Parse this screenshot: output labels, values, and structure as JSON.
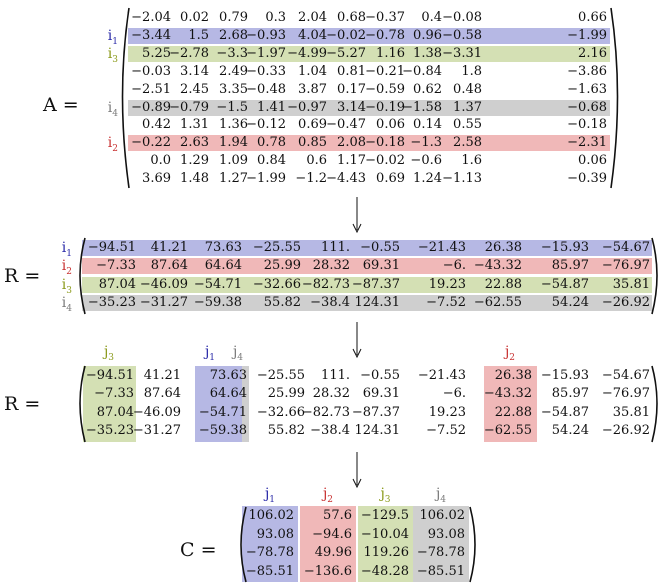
{
  "colors": {
    "i1": "#2a2aa8",
    "i2": "#c83232",
    "i3": "#8a9a1a",
    "i4": "#7a7a7a",
    "band_blue": "#b6b8e4",
    "band_red": "#f0b8b8",
    "band_green": "#d4e0b4",
    "band_gray": "#cfcfcf"
  },
  "labels": {
    "A": "A =",
    "R1": "R =",
    "R2": "R =",
    "C": "C ="
  },
  "matrix_A": {
    "row_labels": [
      "",
      "i1",
      "i3",
      "",
      "",
      "i4",
      "",
      "i2",
      "",
      ""
    ],
    "row_colors": [
      "",
      "band_blue",
      "band_green",
      "",
      "",
      "band_gray",
      "",
      "band_red",
      "",
      ""
    ],
    "rows": [
      [
        "−2.04",
        "0.02",
        "0.79",
        "0.3",
        "2.04",
        "0.68",
        "−0.37",
        "0.4",
        "−0.08",
        "0.66"
      ],
      [
        "−3.44",
        "1.5",
        "2.68",
        "−0.93",
        "4.04",
        "−0.02",
        "−0.78",
        "0.96",
        "−0.58",
        "−1.99"
      ],
      [
        "5.25",
        "−2.78",
        "−3.3",
        "−1.97",
        "−4.99",
        "−5.27",
        "1.16",
        "1.38",
        "−3.31",
        "2.16"
      ],
      [
        "−0.03",
        "3.14",
        "2.49",
        "−0.33",
        "1.04",
        "0.81",
        "−0.21",
        "−0.84",
        "1.8",
        "−3.86"
      ],
      [
        "−2.51",
        "2.45",
        "3.35",
        "−0.48",
        "3.87",
        "0.17",
        "−0.59",
        "0.62",
        "0.48",
        "−1.63"
      ],
      [
        "−0.89",
        "−0.79",
        "−1.5",
        "1.41",
        "−0.97",
        "3.14",
        "−0.19",
        "−1.58",
        "1.37",
        "−0.68"
      ],
      [
        "0.42",
        "1.31",
        "1.36",
        "−0.12",
        "0.69",
        "−0.47",
        "0.06",
        "0.14",
        "0.55",
        "−0.18"
      ],
      [
        "−0.22",
        "2.63",
        "1.94",
        "0.78",
        "0.85",
        "2.08",
        "−0.18",
        "−1.3",
        "2.58",
        "−2.31"
      ],
      [
        "0.0",
        "1.29",
        "1.09",
        "0.84",
        "0.6",
        "1.17",
        "−0.02",
        "−0.6",
        "1.6",
        "0.06"
      ],
      [
        "3.69",
        "1.48",
        "1.27",
        "−1.99",
        "−1.2",
        "−4.43",
        "0.69",
        "1.24",
        "−1.13",
        "−0.39"
      ]
    ]
  },
  "matrix_R1": {
    "row_labels": [
      "i1",
      "i2",
      "i3",
      "i4"
    ],
    "row_colors": [
      "band_blue",
      "band_red",
      "band_green",
      "band_gray"
    ],
    "rows": [
      [
        "−94.51",
        "41.21",
        "73.63",
        "−25.55",
        "111.",
        "−0.55",
        "−21.43",
        "26.38",
        "−15.93",
        "−54.67"
      ],
      [
        "−7.33",
        "87.64",
        "64.64",
        "25.99",
        "28.32",
        "69.31",
        "−6.",
        "−43.32",
        "85.97",
        "−76.97"
      ],
      [
        "87.04",
        "−46.09",
        "−54.71",
        "−32.66",
        "−82.73",
        "−87.37",
        "19.23",
        "22.88",
        "−54.87",
        "35.81"
      ],
      [
        "−35.23",
        "−31.27",
        "−59.38",
        "55.82",
        "−38.4",
        "124.31",
        "−7.52",
        "−62.55",
        "54.24",
        "−26.92"
      ]
    ]
  },
  "matrix_R2": {
    "col_labels": [
      "j3",
      "",
      "j1",
      "",
      "",
      "",
      "",
      "j2",
      "",
      ""
    ],
    "col_label_j4": "j4",
    "rows": [
      [
        "−94.51",
        "41.21",
        "73.63",
        "−25.55",
        "111.",
        "−0.55",
        "−21.43",
        "26.38",
        "−15.93",
        "−54.67"
      ],
      [
        "−7.33",
        "87.64",
        "64.64",
        "25.99",
        "28.32",
        "69.31",
        "−6.",
        "−43.32",
        "85.97",
        "−76.97"
      ],
      [
        "87.04",
        "−46.09",
        "−54.71",
        "−32.66",
        "−82.73",
        "−87.37",
        "19.23",
        "22.88",
        "−54.87",
        "35.81"
      ],
      [
        "−35.23",
        "−31.27",
        "−59.38",
        "55.82",
        "−38.4",
        "124.31",
        "−7.52",
        "−62.55",
        "54.24",
        "−26.92"
      ]
    ]
  },
  "matrix_C": {
    "col_labels": [
      "j1",
      "j2",
      "j3",
      "j4"
    ],
    "col_colors": [
      "band_blue",
      "band_red",
      "band_green",
      "band_gray"
    ],
    "rows": [
      [
        "106.02",
        "57.6",
        "−129.5",
        "106.02"
      ],
      [
        "93.08",
        "−94.6",
        "−10.04",
        "93.08"
      ],
      [
        "−78.78",
        "49.96",
        "119.26",
        "−78.78"
      ],
      [
        "−85.51",
        "−136.6",
        "−48.28",
        "−85.51"
      ]
    ]
  }
}
